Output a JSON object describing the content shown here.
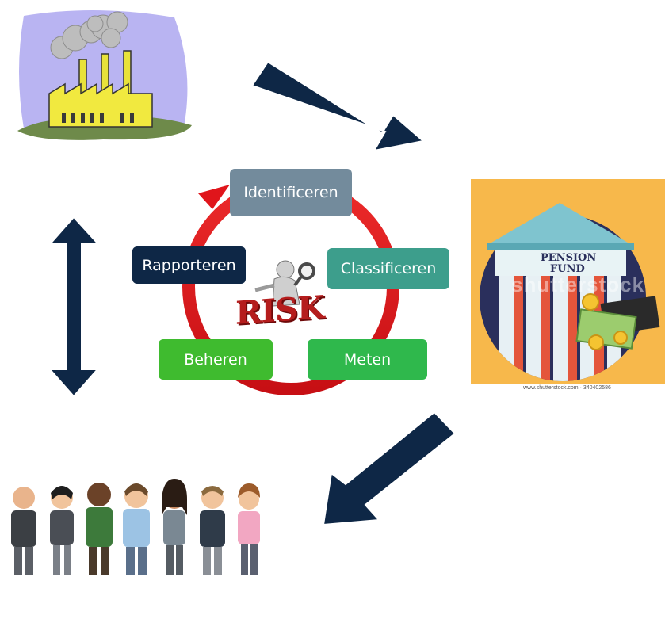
{
  "colors": {
    "arrow": "#0e2746",
    "cycle_ring": "#e0151b",
    "identify": "#738b9c",
    "classify": "#3d9e8c",
    "measure": "#2fb84c",
    "manage": "#3fbb2f",
    "report": "#0e2746",
    "risk_text": "#b51d1d",
    "pension_bg": "#f7b84b"
  },
  "cycle": {
    "steps": [
      {
        "label": "Identificeren"
      },
      {
        "label": "Classificeren"
      },
      {
        "label": "Meten"
      },
      {
        "label": "Beheren"
      },
      {
        "label": "Rapporteren"
      }
    ],
    "center_word": "RISK"
  },
  "pension": {
    "sign_line1": "PENSION",
    "sign_line2": "FUND",
    "watermark": "shutterstock",
    "credit": "www.shutterstock.com · 340402586"
  },
  "icons": {
    "factory": "factory-icon",
    "pension": "pension-fund-building-icon",
    "people": "people-group-icon",
    "magnifier": "magnifier-figure-icon"
  }
}
